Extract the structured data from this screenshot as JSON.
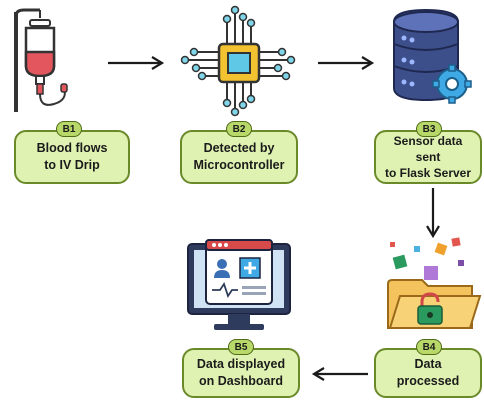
{
  "steps": [
    {
      "badge": "B1",
      "label_line1": "Blood flows",
      "label_line2": "to IV Drip",
      "icon": "iv-drip-icon"
    },
    {
      "badge": "B2",
      "label_line1": "Detected by",
      "label_line2": "Microcontroller",
      "icon": "microchip-icon"
    },
    {
      "badge": "B3",
      "label_line1": "Sensor data sent",
      "label_line2": "to Flask Server",
      "icon": "server-icon"
    },
    {
      "badge": "B4",
      "label_line1": "Data processed",
      "label_line2": "",
      "icon": "folder-icon"
    },
    {
      "badge": "B5",
      "label_line1": "Data displayed",
      "label_line2": "on Dashboard",
      "icon": "dashboard-monitor-icon"
    }
  ],
  "colors": {
    "box_fill": "#dff2b2",
    "box_border": "#6a8a2a",
    "badge_fill": "#b8d96a",
    "arrow": "#1b1b1b",
    "server": "#3d4f8a",
    "chip": "#2d6f88",
    "gear": "#3fa9e6"
  }
}
